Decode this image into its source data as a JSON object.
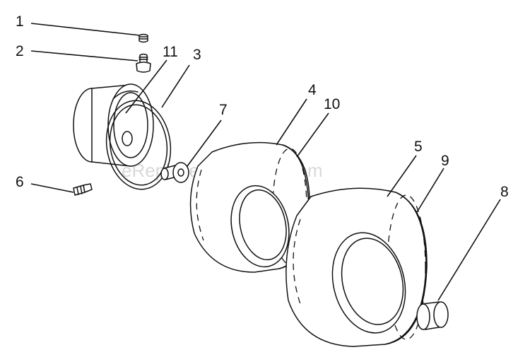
{
  "watermark": "eReplacementParts.com",
  "callouts": {
    "c1": "1",
    "c2": "2",
    "c3": "3",
    "c4": "4",
    "c5": "5",
    "c6": "6",
    "c7": "7",
    "c8": "8",
    "c9": "9",
    "c10": "10",
    "c11": "11"
  },
  "colors": {
    "ink": "#111111",
    "background": "#ffffff",
    "watermark": "#d9d9d9"
  }
}
